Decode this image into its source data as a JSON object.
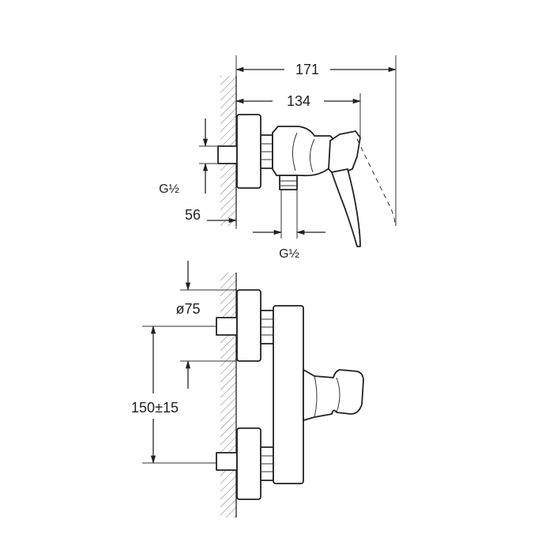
{
  "dimensions": {
    "overall_depth": "171",
    "lever_depth": "134",
    "wall_offset": "56",
    "inlet_thread": "G½",
    "outlet_thread": "G½",
    "rosette_diameter": "ø75",
    "inlet_spacing": "150±15"
  },
  "colors": {
    "line": "#222222",
    "hatch": "#555555",
    "background": "#ffffff"
  }
}
